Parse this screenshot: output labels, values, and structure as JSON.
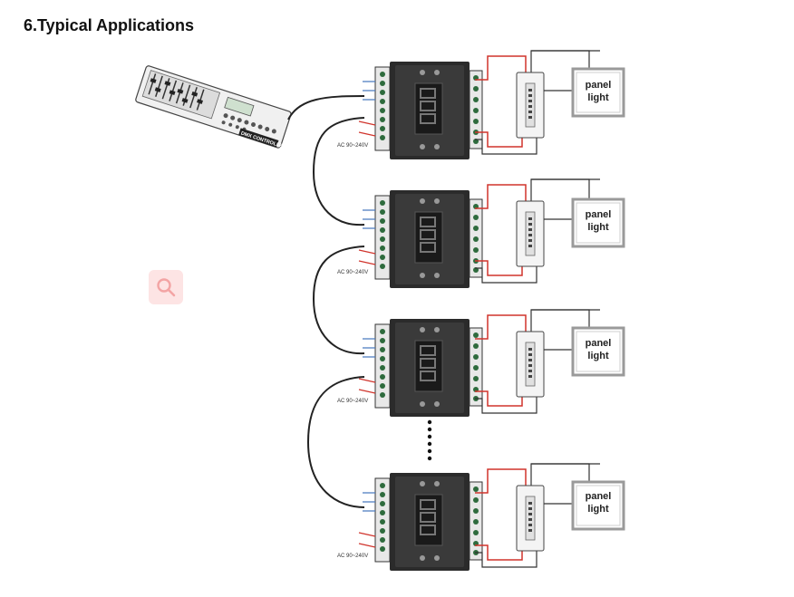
{
  "heading": "6.Typical Applications",
  "panel_label_line1": "panel",
  "panel_label_line2": "light",
  "ac_label": "AC 90~240V",
  "controller_label": "DMX CONTROLLER",
  "colors": {
    "wire": "#222222",
    "red_wire": "#d0342c",
    "terminal_green": "#2e6b3d",
    "device_body": "#2b2b2b",
    "zoom_bg": "#fde4e4"
  },
  "icons": [
    "search-icon"
  ]
}
